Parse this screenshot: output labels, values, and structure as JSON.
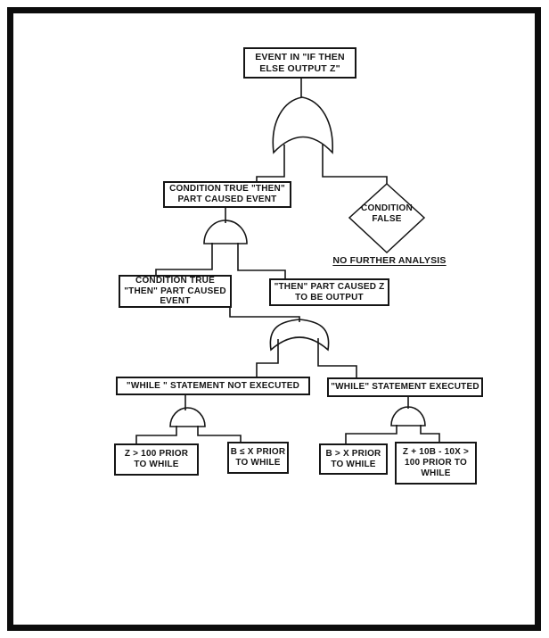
{
  "diagram": {
    "type": "fault-tree",
    "colors": {
      "ink": "#151515",
      "background": "#ffffff"
    },
    "root": {
      "label": "EVENT IN \"IF THEN\nELSE OUTPUT Z\""
    },
    "gates": {
      "or1": {
        "type": "OR"
      },
      "and1": {
        "type": "AND"
      },
      "or2": {
        "type": "OR"
      },
      "and2": {
        "type": "AND"
      },
      "and3": {
        "type": "AND"
      }
    },
    "nodes": {
      "condition_true_then": {
        "label": "CONDITION TRUE \"THEN\"\nPART CAUSED EVENT"
      },
      "condition_false": {
        "label": "CONDITION\nFALSE"
      },
      "no_further_analysis": {
        "label": "NO FURTHER ANALYSIS"
      },
      "condition_true_then_2": {
        "label": "CONDITION TRUE\n\"THEN\" PART CAUSED\nEVENT"
      },
      "then_part_output": {
        "label": "\"THEN\" PART CAUSED Z\nTO BE OUTPUT"
      },
      "while_not_executed": {
        "label": "\"WHILE \" STATEMENT NOT EXECUTED"
      },
      "while_executed": {
        "label": "\"WHILE\" STATEMENT EXECUTED"
      },
      "z_gt_100_prior": {
        "label": "Z > 100 PRIOR\nTO WHILE"
      },
      "b_le_x_prior": {
        "label": "B ≤ X PRIOR\nTO WHILE"
      },
      "b_gt_x_prior": {
        "label": "B > X PRIOR\nTO WHILE"
      },
      "z_expr_prior": {
        "label": "Z + 10B - 10X >\n100 PRIOR TO\nWHILE"
      }
    }
  }
}
